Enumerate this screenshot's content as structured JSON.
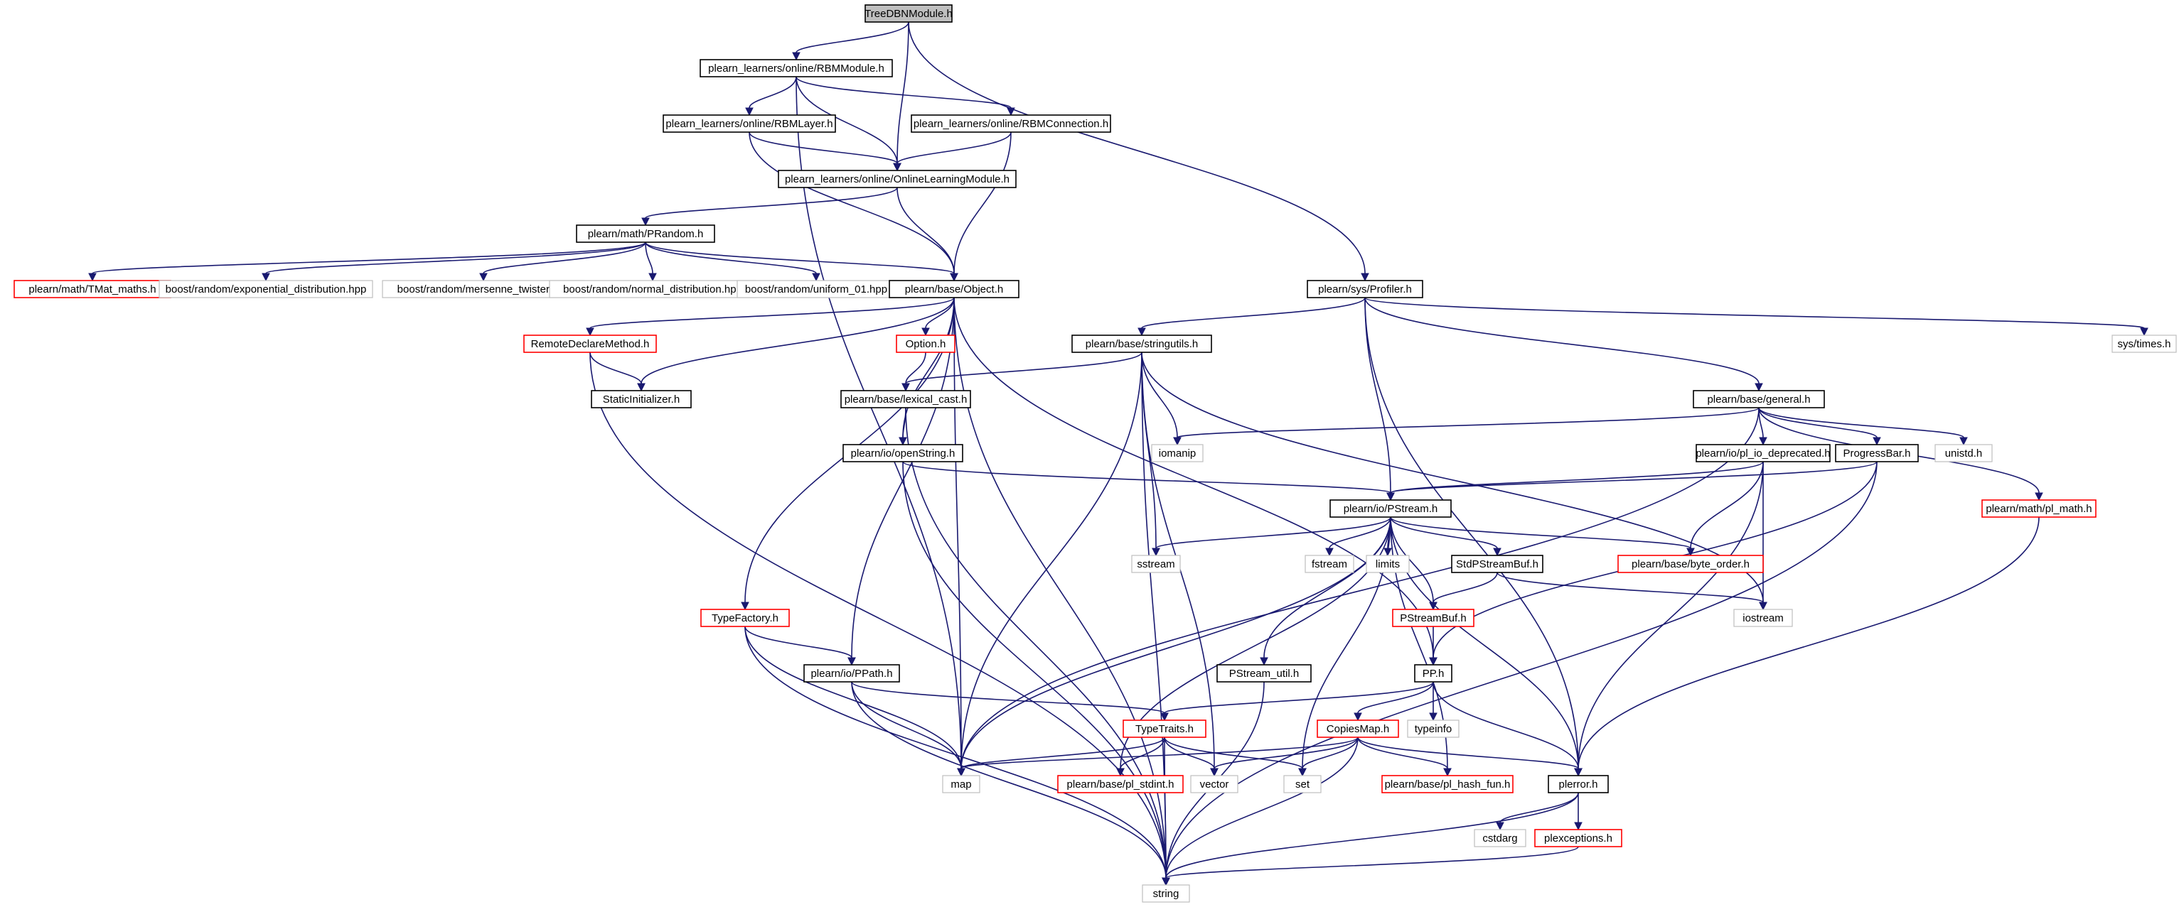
{
  "colors": {
    "edge": "#191970",
    "node_border": "#000000",
    "node_border_incomplete": "#ff0000",
    "node_border_external": "#bfbfbf",
    "root_fill": "#bfbfbf",
    "text": "#000000"
  },
  "nodes": [
    {
      "id": "root",
      "label": "TreeDBNModule.h",
      "kind": "root"
    },
    {
      "id": "rbmmodule",
      "label": "plearn_learners/online/RBMModule.h",
      "kind": "normal"
    },
    {
      "id": "rbmlayer",
      "label": "plearn_learners/online/RBMLayer.h",
      "kind": "normal"
    },
    {
      "id": "rbmconn",
      "label": "plearn_learners/online/RBMConnection.h",
      "kind": "normal"
    },
    {
      "id": "olm",
      "label": "plearn_learners/online/OnlineLearningModule.h",
      "kind": "normal"
    },
    {
      "id": "prandom",
      "label": "plearn/math/PRandom.h",
      "kind": "normal"
    },
    {
      "id": "tmat",
      "label": "plearn/math/TMat_maths.h",
      "kind": "incomplete"
    },
    {
      "id": "expdist",
      "label": "boost/random/exponential_distribution.hpp",
      "kind": "external"
    },
    {
      "id": "mt",
      "label": "boost/random/mersenne_twister.hpp",
      "kind": "external"
    },
    {
      "id": "normdist",
      "label": "boost/random/normal_distribution.hpp",
      "kind": "external"
    },
    {
      "id": "uni01",
      "label": "boost/random/uniform_01.hpp",
      "kind": "external"
    },
    {
      "id": "object",
      "label": "plearn/base/Object.h",
      "kind": "normal"
    },
    {
      "id": "profiler",
      "label": "plearn/sys/Profiler.h",
      "kind": "normal"
    },
    {
      "id": "systimes",
      "label": "sys/times.h",
      "kind": "external"
    },
    {
      "id": "remote",
      "label": "RemoteDeclareMethod.h",
      "kind": "incomplete"
    },
    {
      "id": "option",
      "label": "Option.h",
      "kind": "incomplete"
    },
    {
      "id": "stringutils",
      "label": "plearn/base/stringutils.h",
      "kind": "normal"
    },
    {
      "id": "staticinit",
      "label": "StaticInitializer.h",
      "kind": "normal"
    },
    {
      "id": "lexical",
      "label": "plearn/base/lexical_cast.h",
      "kind": "normal"
    },
    {
      "id": "general",
      "label": "plearn/base/general.h",
      "kind": "normal"
    },
    {
      "id": "iomanip",
      "label": "iomanip",
      "kind": "external"
    },
    {
      "id": "openstring",
      "label": "plearn/io/openString.h",
      "kind": "normal"
    },
    {
      "id": "plio",
      "label": "plearn/io/pl_io_deprecated.h",
      "kind": "normal"
    },
    {
      "id": "progress",
      "label": "ProgressBar.h",
      "kind": "normal"
    },
    {
      "id": "unistd",
      "label": "unistd.h",
      "kind": "external"
    },
    {
      "id": "plmath",
      "label": "plearn/math/pl_math.h",
      "kind": "incomplete"
    },
    {
      "id": "pstream",
      "label": "plearn/io/PStream.h",
      "kind": "normal"
    },
    {
      "id": "sstream",
      "label": "sstream",
      "kind": "external"
    },
    {
      "id": "fstream",
      "label": "fstream",
      "kind": "external"
    },
    {
      "id": "limits",
      "label": "limits",
      "kind": "external"
    },
    {
      "id": "stdpsb",
      "label": "StdPStreamBuf.h",
      "kind": "normal"
    },
    {
      "id": "byteorder",
      "label": "plearn/base/byte_order.h",
      "kind": "incomplete"
    },
    {
      "id": "psb",
      "label": "PStreamBuf.h",
      "kind": "incomplete"
    },
    {
      "id": "iostream",
      "label": "iostream",
      "kind": "external"
    },
    {
      "id": "typefactory",
      "label": "TypeFactory.h",
      "kind": "incomplete"
    },
    {
      "id": "ppath",
      "label": "plearn/io/PPath.h",
      "kind": "normal"
    },
    {
      "id": "psutil",
      "label": "PStream_util.h",
      "kind": "normal"
    },
    {
      "id": "pp",
      "label": "PP.h",
      "kind": "normal"
    },
    {
      "id": "typetraits",
      "label": "TypeTraits.h",
      "kind": "incomplete"
    },
    {
      "id": "copiesmap",
      "label": "CopiesMap.h",
      "kind": "incomplete"
    },
    {
      "id": "typeinfo",
      "label": "typeinfo",
      "kind": "external"
    },
    {
      "id": "map",
      "label": "map",
      "kind": "external"
    },
    {
      "id": "stdint",
      "label": "plearn/base/pl_stdint.h",
      "kind": "incomplete"
    },
    {
      "id": "vector",
      "label": "vector",
      "kind": "external"
    },
    {
      "id": "set",
      "label": "set",
      "kind": "external"
    },
    {
      "id": "hashfun",
      "label": "plearn/base/pl_hash_fun.h",
      "kind": "incomplete"
    },
    {
      "id": "plerror",
      "label": "plerror.h",
      "kind": "normal"
    },
    {
      "id": "cstdarg",
      "label": "cstdarg",
      "kind": "external"
    },
    {
      "id": "plexc",
      "label": "plexceptions.h",
      "kind": "incomplete"
    },
    {
      "id": "string",
      "label": "string",
      "kind": "external"
    }
  ],
  "edges": [
    [
      "root",
      "rbmmodule"
    ],
    [
      "root",
      "olm"
    ],
    [
      "root",
      "profiler"
    ],
    [
      "rbmmodule",
      "rbmlayer"
    ],
    [
      "rbmmodule",
      "olm"
    ],
    [
      "rbmmodule",
      "rbmconn"
    ],
    [
      "rbmmodule",
      "map"
    ],
    [
      "rbmlayer",
      "olm"
    ],
    [
      "rbmlayer",
      "object"
    ],
    [
      "rbmconn",
      "olm"
    ],
    [
      "rbmconn",
      "object"
    ],
    [
      "olm",
      "prandom"
    ],
    [
      "olm",
      "object"
    ],
    [
      "prandom",
      "tmat"
    ],
    [
      "prandom",
      "expdist"
    ],
    [
      "prandom",
      "mt"
    ],
    [
      "prandom",
      "normdist"
    ],
    [
      "prandom",
      "uni01"
    ],
    [
      "prandom",
      "object"
    ],
    [
      "object",
      "remote"
    ],
    [
      "object",
      "staticinit"
    ],
    [
      "object",
      "option"
    ],
    [
      "object",
      "typefactory"
    ],
    [
      "object",
      "ppath"
    ],
    [
      "object",
      "map"
    ],
    [
      "object",
      "string"
    ],
    [
      "object",
      "openstring"
    ],
    [
      "object",
      "pp"
    ],
    [
      "remote",
      "staticinit"
    ],
    [
      "remote",
      "string"
    ],
    [
      "option",
      "lexical"
    ],
    [
      "profiler",
      "stringutils"
    ],
    [
      "profiler",
      "general"
    ],
    [
      "profiler",
      "pstream"
    ],
    [
      "profiler",
      "systimes"
    ],
    [
      "profiler",
      "plerror"
    ],
    [
      "stringutils",
      "lexical"
    ],
    [
      "stringutils",
      "iomanip"
    ],
    [
      "stringutils",
      "sstream"
    ],
    [
      "stringutils",
      "map"
    ],
    [
      "stringutils",
      "vector"
    ],
    [
      "stringutils",
      "iostream"
    ],
    [
      "stringutils",
      "string"
    ],
    [
      "lexical",
      "openstring"
    ],
    [
      "lexical",
      "string"
    ],
    [
      "general",
      "iomanip"
    ],
    [
      "general",
      "plio"
    ],
    [
      "general",
      "progress"
    ],
    [
      "general",
      "unistd"
    ],
    [
      "general",
      "plmath"
    ],
    [
      "general",
      "map"
    ],
    [
      "openstring",
      "pstream"
    ],
    [
      "openstring",
      "string"
    ],
    [
      "plio",
      "pstream"
    ],
    [
      "plio",
      "byteorder"
    ],
    [
      "plio",
      "iostream"
    ],
    [
      "plio",
      "plerror"
    ],
    [
      "progress",
      "pstream"
    ],
    [
      "progress",
      "pp"
    ],
    [
      "progress",
      "string"
    ],
    [
      "plmath",
      "plerror"
    ],
    [
      "pstream",
      "sstream"
    ],
    [
      "pstream",
      "fstream"
    ],
    [
      "pstream",
      "limits"
    ],
    [
      "pstream",
      "stdpsb"
    ],
    [
      "pstream",
      "byteorder"
    ],
    [
      "pstream",
      "psb"
    ],
    [
      "pstream",
      "psutil"
    ],
    [
      "pstream",
      "set"
    ],
    [
      "pstream",
      "map"
    ],
    [
      "pstream",
      "stdint"
    ],
    [
      "pstream",
      "hashfun"
    ],
    [
      "pstream",
      "plerror"
    ],
    [
      "stdpsb",
      "psb"
    ],
    [
      "stdpsb",
      "iostream"
    ],
    [
      "psb",
      "pp"
    ],
    [
      "typefactory",
      "ppath"
    ],
    [
      "typefactory",
      "map"
    ],
    [
      "typefactory",
      "string"
    ],
    [
      "ppath",
      "typetraits"
    ],
    [
      "ppath",
      "map"
    ],
    [
      "ppath",
      "string"
    ],
    [
      "psutil",
      "string"
    ],
    [
      "pp",
      "typetraits"
    ],
    [
      "pp",
      "copiesmap"
    ],
    [
      "pp",
      "typeinfo"
    ],
    [
      "pp",
      "plerror"
    ],
    [
      "typetraits",
      "map"
    ],
    [
      "typetraits",
      "stdint"
    ],
    [
      "typetraits",
      "vector"
    ],
    [
      "typetraits",
      "set"
    ],
    [
      "typetraits",
      "string"
    ],
    [
      "copiesmap",
      "map"
    ],
    [
      "copiesmap",
      "vector"
    ],
    [
      "copiesmap",
      "set"
    ],
    [
      "copiesmap",
      "hashfun"
    ],
    [
      "copiesmap",
      "plerror"
    ],
    [
      "copiesmap",
      "string"
    ],
    [
      "plerror",
      "cstdarg"
    ],
    [
      "plerror",
      "plexc"
    ],
    [
      "plerror",
      "string"
    ],
    [
      "plexc",
      "string"
    ]
  ]
}
